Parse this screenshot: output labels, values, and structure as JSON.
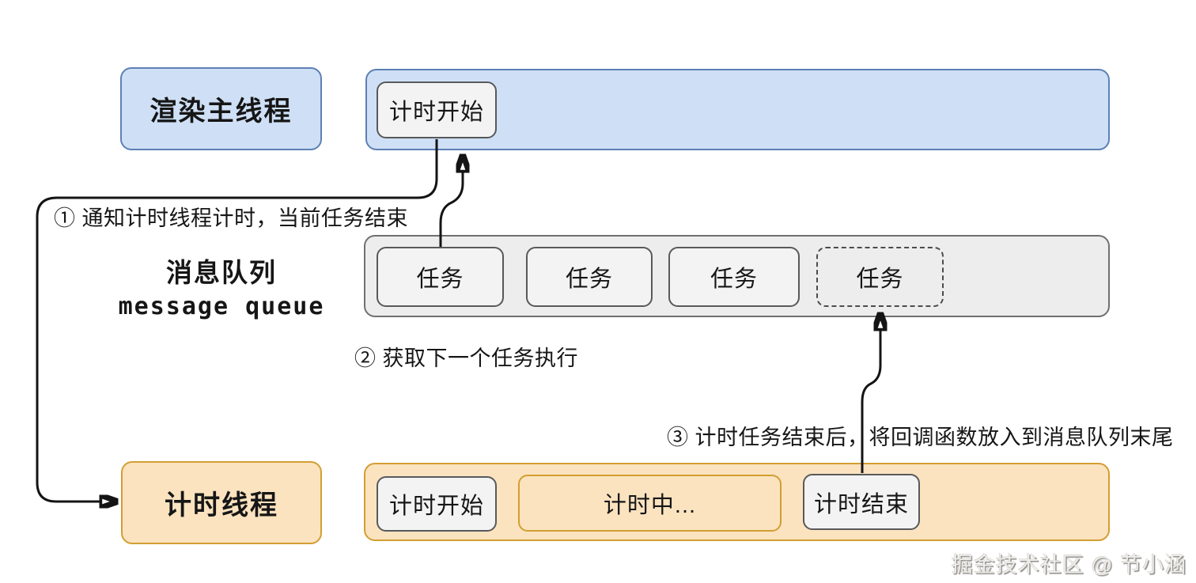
{
  "diagram": {
    "render_thread_label": "渲染主线程",
    "timer_thread_label": "计时线程",
    "queue_label_cn": "消息队列",
    "queue_label_en": "message queue",
    "render_lane": {
      "timing_start": "计时开始"
    },
    "queue": {
      "tasks": [
        "任务",
        "任务",
        "任务"
      ],
      "pending_task": "任务"
    },
    "timer_lane": {
      "timing_start": "计时开始",
      "timing_running": "计时中...",
      "timing_end": "计时结束"
    },
    "annotations": {
      "step1": "① 通知计时线程计时，当前任务结束",
      "step2": "② 获取下一个任务执行",
      "step3": "③ 计时任务结束后，将回调函数放入到消息队列末尾"
    },
    "watermark": "掘金技术社区 @ 节小涵",
    "colors": {
      "blue_fill": "#cfe0f6",
      "blue_border": "#5d80b4",
      "gray_lane_fill": "#ededed",
      "gray_lane_border": "#707070",
      "gray_box_fill": "#f3f3f3",
      "gray_box_border": "#58595b",
      "orange_fill": "#fbe3c0",
      "orange_border": "#d39e32",
      "arrow_line": "#141414"
    }
  }
}
